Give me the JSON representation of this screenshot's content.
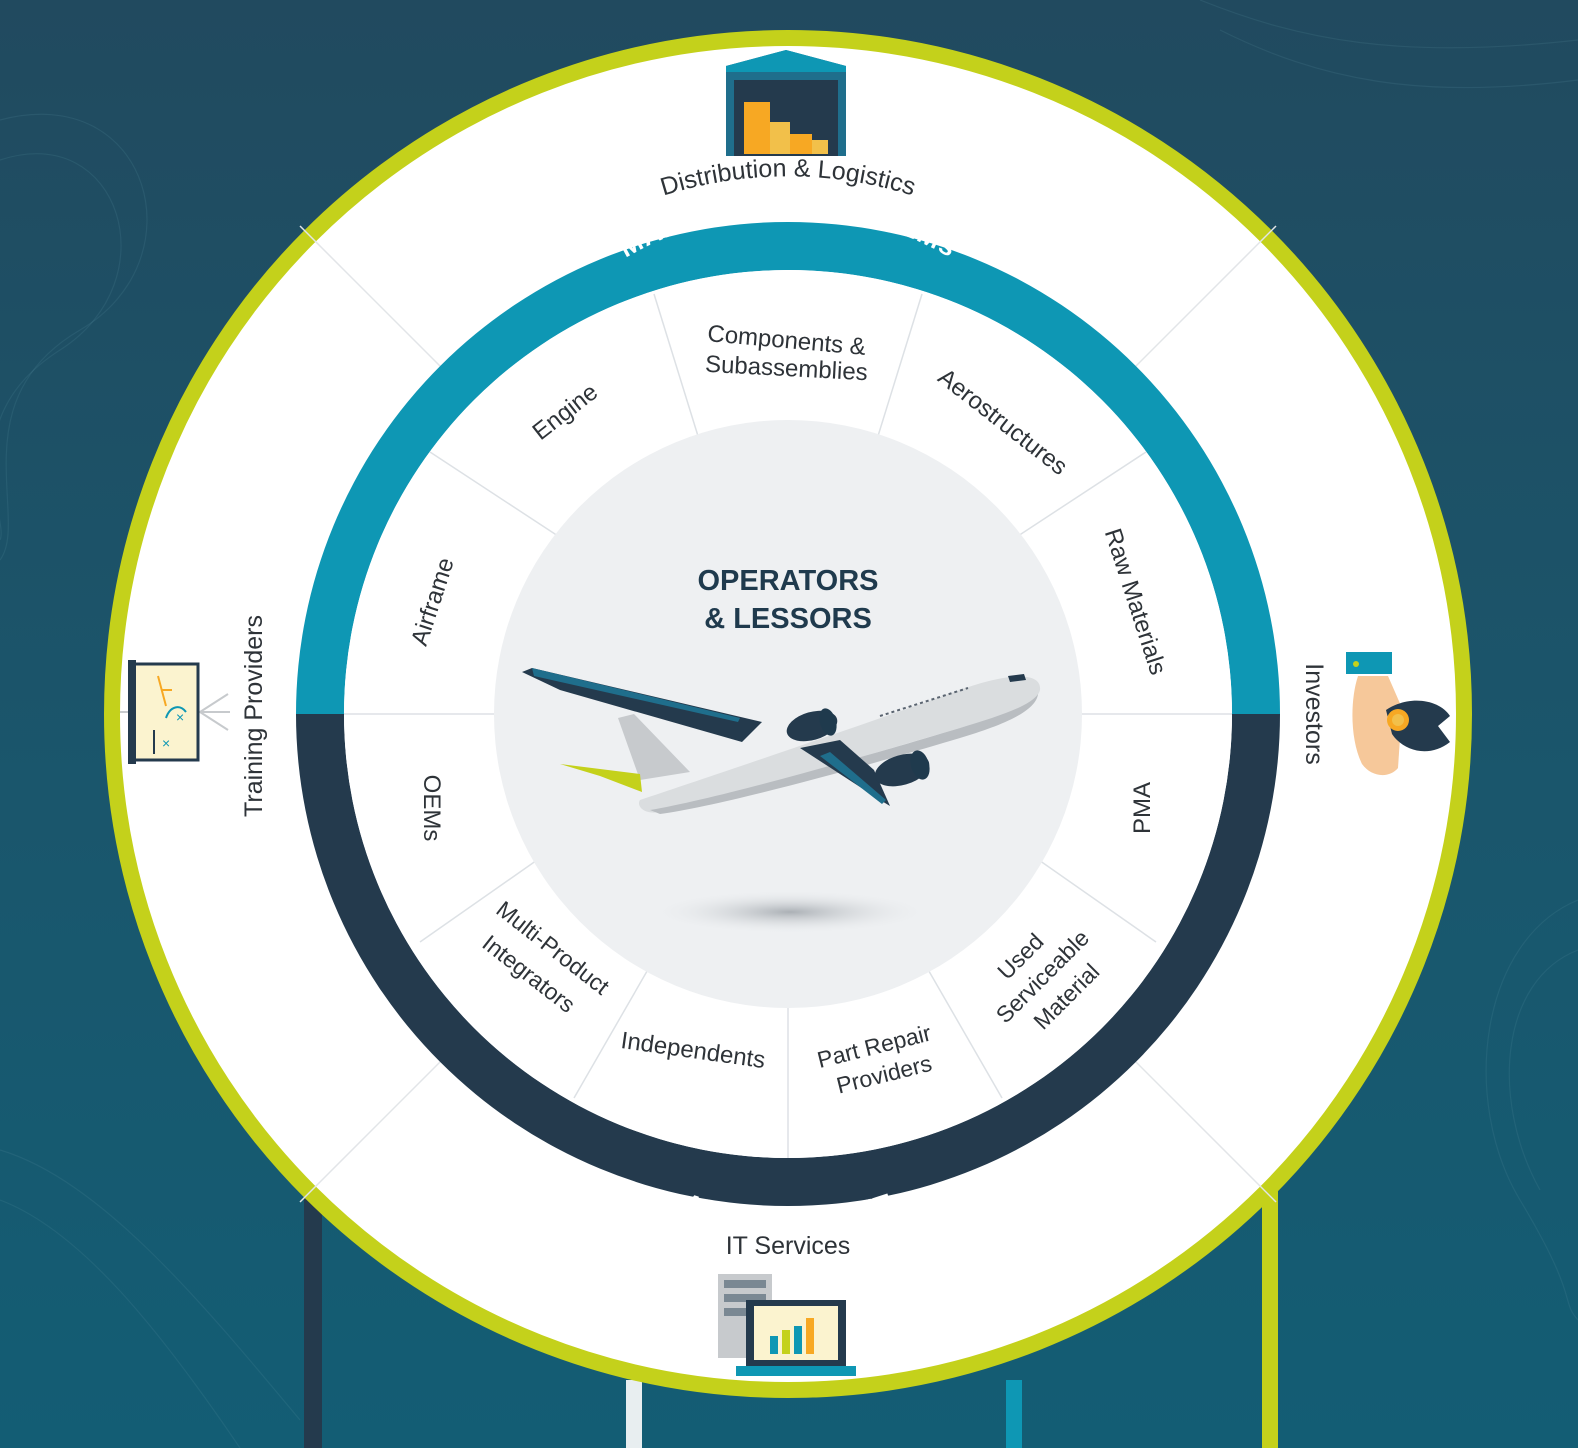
{
  "center": {
    "line1": "OPERATORS",
    "line2": "& LESSORS"
  },
  "rings": {
    "top_label": "MANUFACTURING OEMs",
    "bottom_label": "AFTERMARKET"
  },
  "manufacturing_segments": {
    "airframe": "Airframe",
    "engine": "Engine",
    "components_1": "Components &",
    "components_2": "Subassemblies",
    "aerostructures": "Aerostructures",
    "raw_materials": "Raw Materials"
  },
  "aftermarket_segments": {
    "oems": "OEMs",
    "mpi_1": "Multi-Product",
    "mpi_2": "Integrators",
    "independents": "Independents",
    "prp_1": "Part Repair",
    "prp_2": "Providers",
    "usm_1": "Used",
    "usm_2": "Serviceable",
    "usm_3": "Material",
    "pma": "PMA"
  },
  "outer_segments": {
    "distribution": "Distribution & Logistics",
    "training": "Training Providers",
    "investors": "Investors",
    "it_services": "IT Services"
  },
  "icons": {
    "distribution": "warehouse-icon",
    "training": "whiteboard-icon",
    "investors": "hand-coin-icon",
    "it_services": "laptop-chart-icon",
    "center": "airplane-icon"
  },
  "colors": {
    "background_top": "#214a5f",
    "background_bottom": "#135d74",
    "outer_ring": "#c4d11b",
    "manufacturing_ring": "#0e97b4",
    "aftermarket_ring": "#243a4d",
    "center_disc": "#eef0f2",
    "accent_orange": "#f7a823"
  }
}
